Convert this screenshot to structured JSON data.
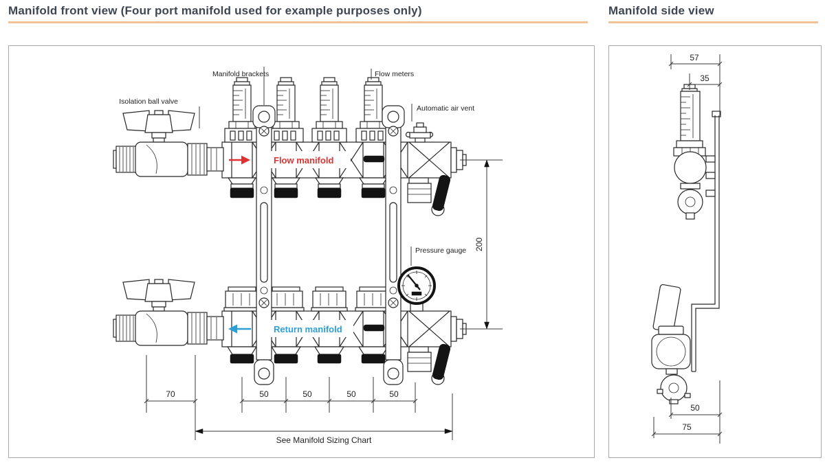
{
  "titles": {
    "front": "Manifold front view (Four port manifold used for example purposes only)",
    "side": "Manifold side view"
  },
  "front_view": {
    "labels": {
      "isolation_ball_valve": "Isolation ball valve",
      "manifold_brackets": "Manifold brackets",
      "flow_meters": "Flow meters",
      "automatic_air_vent": "Automatic air vent",
      "pressure_gauge": "Pressure gauge",
      "flow_manifold": "Flow manifold",
      "return_manifold": "Return manifold"
    },
    "dimensions": {
      "manifold_height": "200",
      "valve_offset": "70",
      "port_spacings": [
        "50",
        "50",
        "50",
        "50"
      ],
      "overall_width_note": "See Manifold Sizing Chart"
    },
    "colors": {
      "flow": "#e03131",
      "return": "#2d9fd6"
    }
  },
  "side_view": {
    "dimensions": {
      "overall_depth": "57",
      "meter_offset": "35",
      "valve_depth": "50",
      "overall_bottom_depth": "75"
    }
  },
  "theme": {
    "underline": "#f2c394",
    "panel_border": "#a8a8a8",
    "line_art": "#262626",
    "title_color": "#3d4651"
  }
}
